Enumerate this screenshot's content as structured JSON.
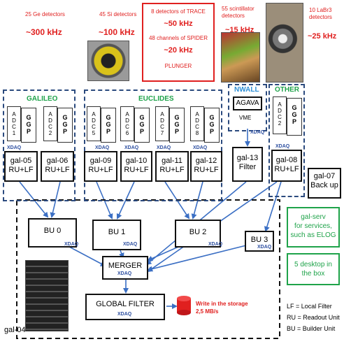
{
  "detectors": {
    "galileo": {
      "label": "25 Ge detectors",
      "rate": "~300 kHz"
    },
    "euclides": {
      "label": "45 Si detectors",
      "rate": "~100 kHz"
    },
    "trace": {
      "line1": "8 detectors of TRACE",
      "rate1": "~50 kHz",
      "line2": "48 channels of SPIDER",
      "rate2": "~20 kHz",
      "line3": "PLUNGER"
    },
    "nwall": {
      "label": "55 scintillator detectors",
      "rate": "~15 kHz"
    },
    "labr": {
      "label": "10 LaBr3 detectors",
      "rate": "~25 kHz"
    }
  },
  "groups": {
    "galileo": "GALILEO",
    "euclides": "EUCLIDES",
    "nwall": "NWALL",
    "other": "OTHER"
  },
  "adc_cards": [
    {
      "adc": "ADC1",
      "ggp": "GGP"
    },
    {
      "adc": "ADC2",
      "ggp": "GGP"
    },
    {
      "adc": "ADC5",
      "ggp": "GGP"
    },
    {
      "adc": "ADC6",
      "ggp": "GGP"
    },
    {
      "adc": "ADC7",
      "ggp": "GGP"
    },
    {
      "adc": "ADC8",
      "ggp": "GGP"
    },
    {
      "adc": "ADC2",
      "ggp": "GGP"
    }
  ],
  "agava": {
    "label": "AGAVA",
    "vme": "VME",
    "xdaq": "XDAQ"
  },
  "gal_nodes": [
    {
      "name": "gal-05",
      "role": "RU+LF",
      "xdaq": "XDAQ"
    },
    {
      "name": "gal-06",
      "role": "RU+LF",
      "xdaq": ""
    },
    {
      "name": "gal-09",
      "role": "RU+LF",
      "xdaq": "XDAQ"
    },
    {
      "name": "gal-10",
      "role": "RU+LF",
      "xdaq": "XDAQ"
    },
    {
      "name": "gal-11",
      "role": "RU+LF",
      "xdaq": "XDAQ"
    },
    {
      "name": "gal-12",
      "role": "RU+LF",
      "xdaq": "XDAQ"
    },
    {
      "name": "gal-13",
      "role": "Filter",
      "xdaq": ""
    },
    {
      "name": "gal-08",
      "role": "RU+LF",
      "xdaq": "XDAQ"
    },
    {
      "name": "gal-07",
      "role": "Back up",
      "xdaq": ""
    }
  ],
  "builders": [
    {
      "name": "BU 0",
      "xdaq": "XDAQ"
    },
    {
      "name": "BU 1",
      "xdaq": "XDAQ"
    },
    {
      "name": "BU 2",
      "xdaq": "XDAQ"
    },
    {
      "name": "BU 3",
      "xdaq": "XDAQ"
    }
  ],
  "merger": {
    "name": "MERGER",
    "xdaq": "XDAQ"
  },
  "global_filter": {
    "name": "GLOBAL FILTER",
    "xdaq": "XDAQ"
  },
  "storage": {
    "line1": "Write in the storage",
    "line2": "2,5 MB/s"
  },
  "gal04": "gal-04",
  "gal_serv": {
    "line1": "gal-serv",
    "line2": "for services,",
    "line3": "such as ELOG"
  },
  "desktop": {
    "line1": "5 desktop in",
    "line2": "the box"
  },
  "legend": {
    "lf": "LF = Local Filter",
    "ru": "RU = Readout Unit",
    "bu": "BU = Builder Unit"
  },
  "colors": {
    "red": "#e0201f",
    "green": "#1fa34a",
    "blue": "#2d4fa0",
    "dash": "#2b4a7e"
  }
}
